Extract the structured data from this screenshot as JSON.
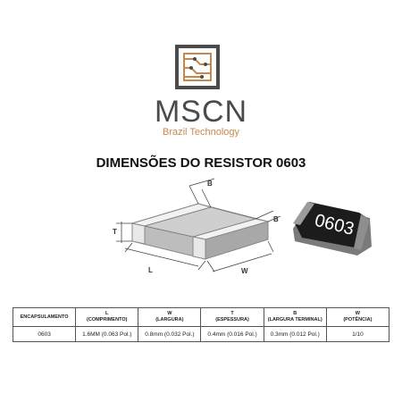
{
  "brand": {
    "name": "MSCN",
    "tagline": "Brazil Technology",
    "accent_color": "#c8874c",
    "text_color": "#4b4b4b",
    "logo_icon": "circuit-square-logo"
  },
  "title": "DIMENSÕES DO RESISTOR 0603",
  "diagram": {
    "labels": {
      "b_top": "B",
      "b_side": "B",
      "t": "T",
      "l": "L",
      "w": "W"
    },
    "chip_marking": "0603"
  },
  "table": {
    "headers": [
      {
        "line1": "ENCAPSULAMENTO",
        "line2": ""
      },
      {
        "line1": "L",
        "line2": "(COMPRIMENTO)"
      },
      {
        "line1": "W",
        "line2": "(LARGURA)"
      },
      {
        "line1": "T",
        "line2": "(ESPESSURA)"
      },
      {
        "line1": "B",
        "line2": "(LARGURA TERMINAL)"
      },
      {
        "line1": "W",
        "line2": "(POTÊNCIA)"
      }
    ],
    "rows": [
      [
        "0603",
        "1.6MM (0.063 Pol.)",
        "0.8mm (0.032 Pol.)",
        "0.4mm (0.016 Pol.)",
        "0.3mm (0.012 Pol.)",
        "1/10"
      ]
    ]
  }
}
